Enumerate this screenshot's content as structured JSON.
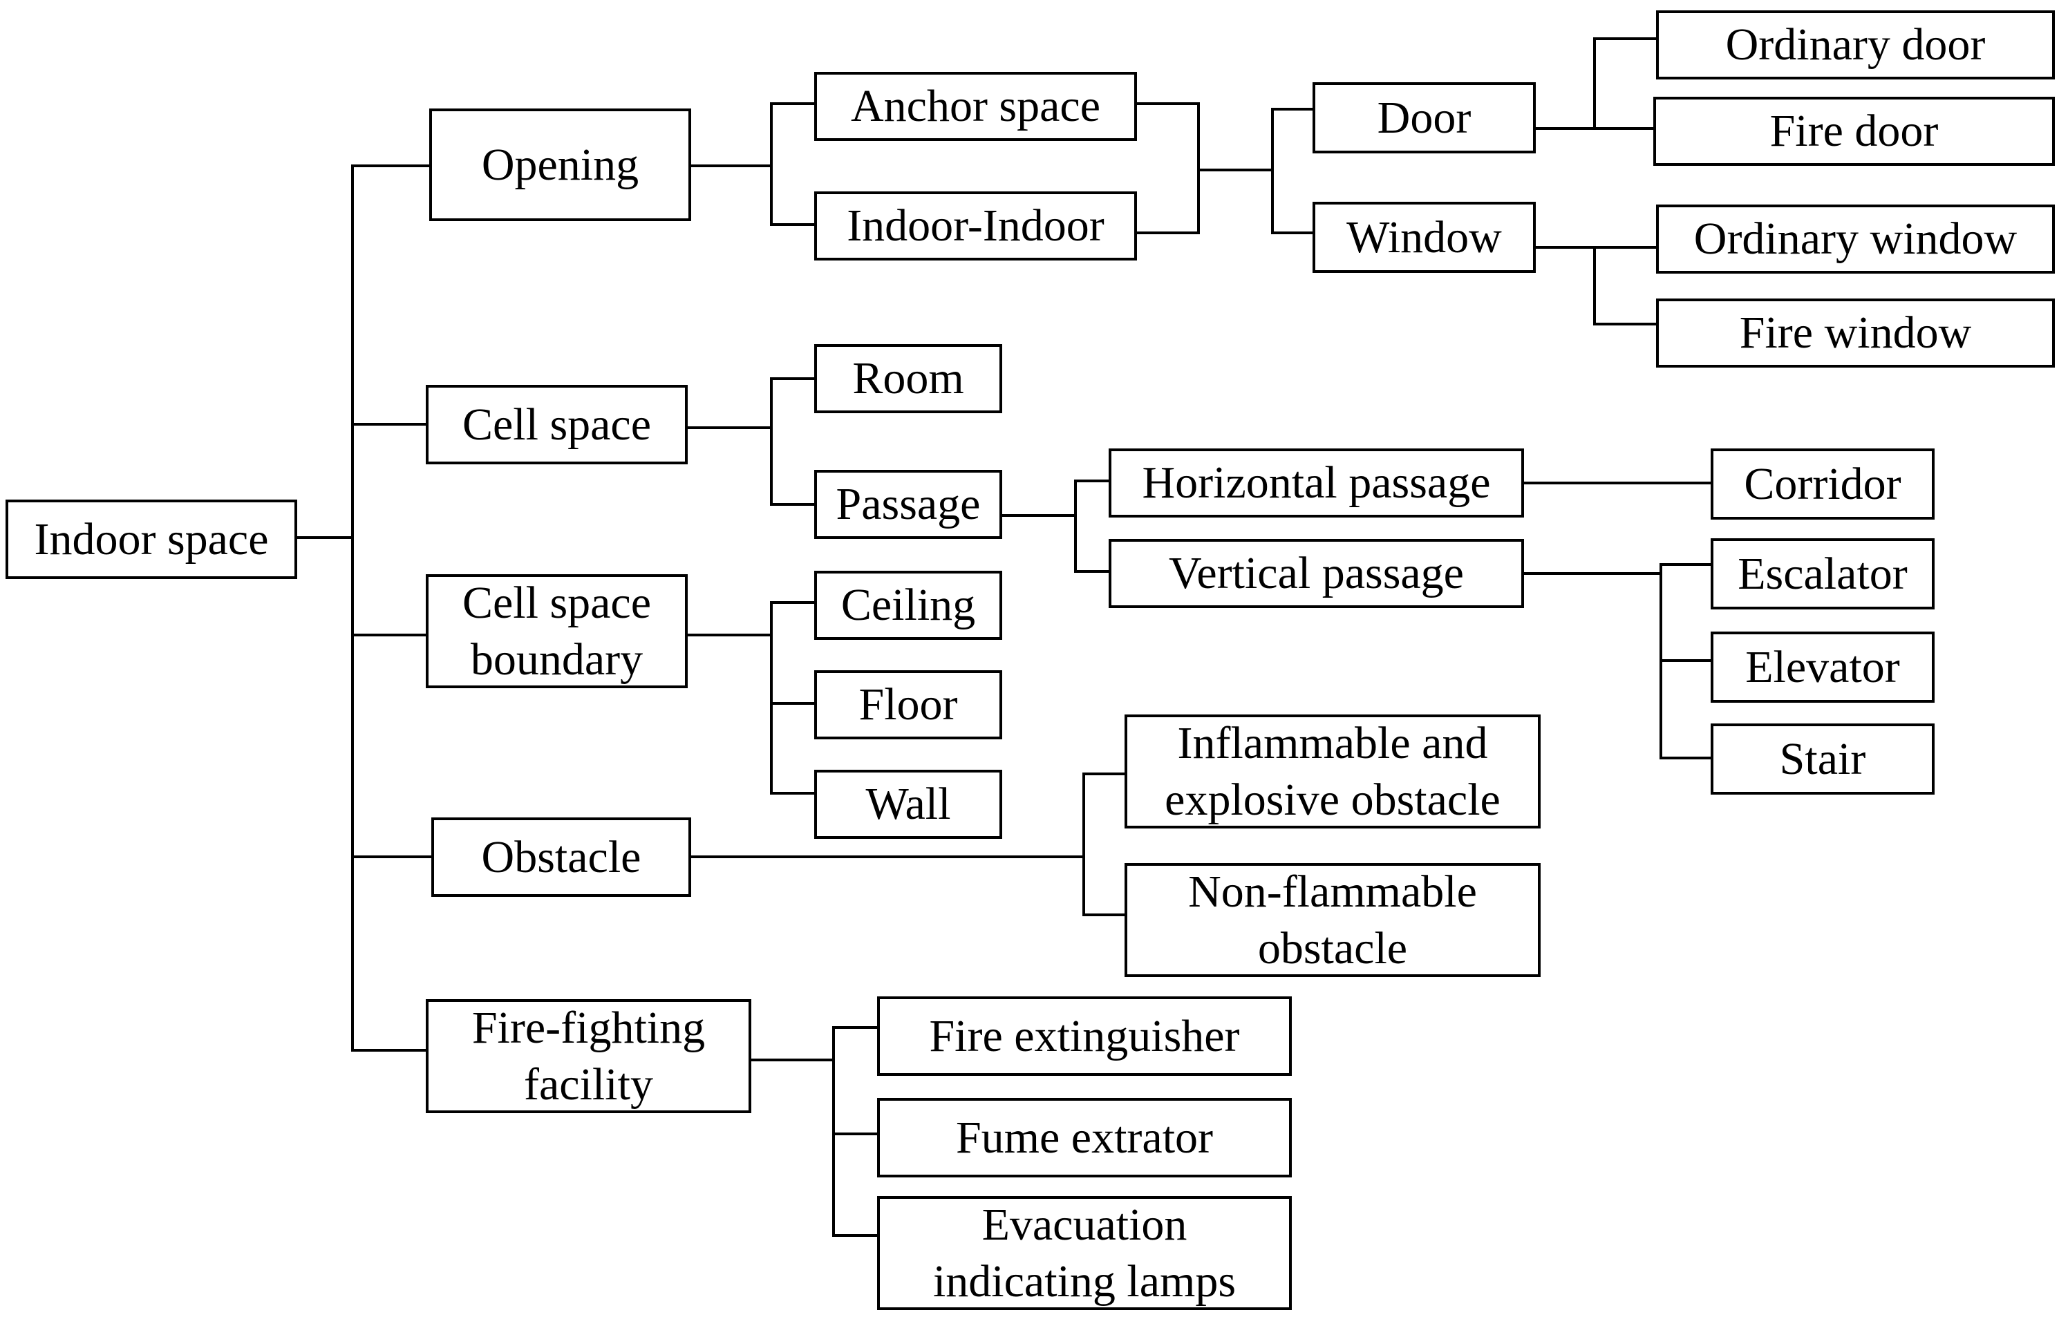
{
  "nodes": {
    "indoor_space": "Indoor space",
    "opening": "Opening",
    "cell_space": "Cell space",
    "cell_space_boundary": "Cell space\nboundary",
    "obstacle": "Obstacle",
    "fire_fighting_facility": "Fire-fighting\nfacility",
    "anchor_space": "Anchor space",
    "indoor_indoor": "Indoor-Indoor",
    "room": "Room",
    "passage": "Passage",
    "ceiling": "Ceiling",
    "floor": "Floor",
    "wall": "Wall",
    "inflammable_obstacle": "Inflammable and\nexplosive obstacle",
    "non_flammable_obstacle": "Non-flammable\nobstacle",
    "fire_extinguisher": "Fire extinguisher",
    "fume_extrator": "Fume extrator",
    "evacuation_lamps": "Evacuation\nindicating lamps",
    "door": "Door",
    "window": "Window",
    "horizontal_passage": "Horizontal passage",
    "vertical_passage": "Vertical passage",
    "ordinary_door": "Ordinary  door",
    "fire_door": "Fire door",
    "ordinary_window": "Ordinary window",
    "fire_window": "Fire window",
    "corridor": "Corridor",
    "escalator": "Escalator",
    "elevator": "Elevator",
    "stair": "Stair"
  }
}
